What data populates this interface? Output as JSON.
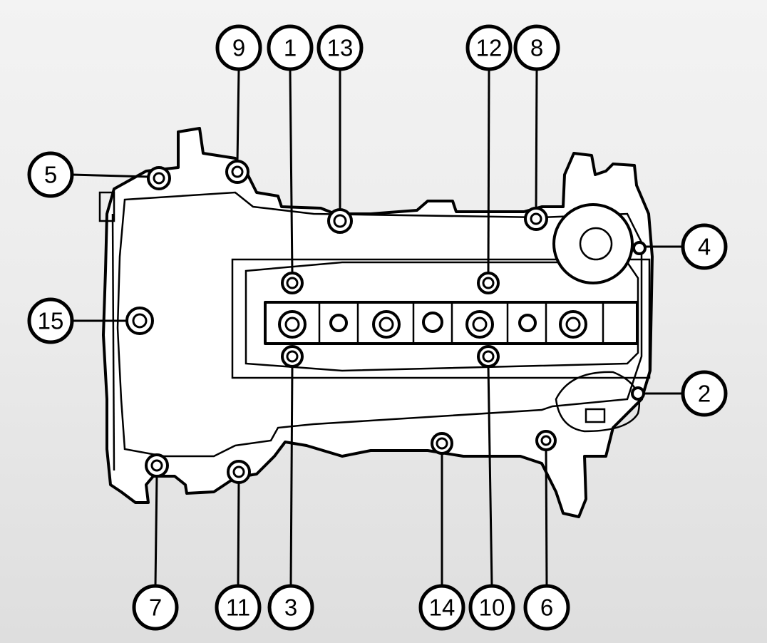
{
  "diagram": {
    "bolt_callouts": [
      {
        "label": "9",
        "leader": "down"
      },
      {
        "label": "1",
        "leader": "down"
      },
      {
        "label": "13",
        "leader": "down"
      },
      {
        "label": "12",
        "leader": "down"
      },
      {
        "label": "8",
        "leader": "down"
      },
      {
        "label": "5",
        "leader": "right"
      },
      {
        "label": "15",
        "leader": "right"
      },
      {
        "label": "4",
        "leader": "left"
      },
      {
        "label": "2",
        "leader": "left"
      },
      {
        "label": "7",
        "leader": "up"
      },
      {
        "label": "11",
        "leader": "up"
      },
      {
        "label": "3",
        "leader": "up"
      },
      {
        "label": "14",
        "leader": "up"
      },
      {
        "label": "10",
        "leader": "up"
      },
      {
        "label": "6",
        "leader": "up"
      }
    ]
  }
}
